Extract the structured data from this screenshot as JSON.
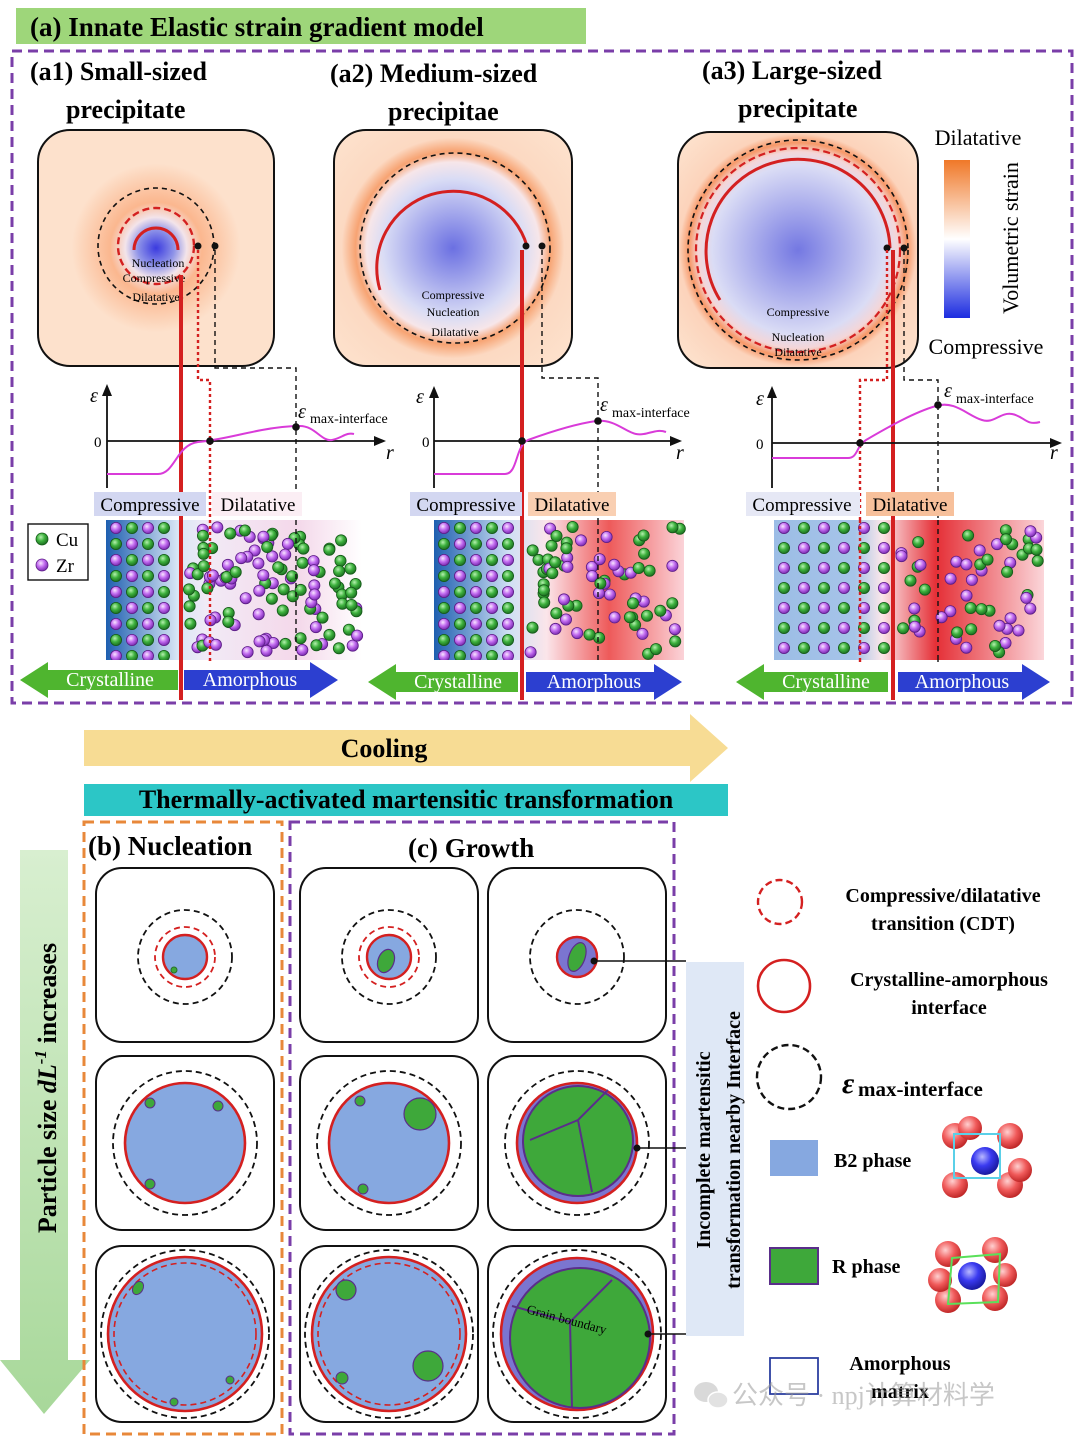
{
  "section_a": {
    "title": "(a) Innate Elastic strain gradient model",
    "panels": [
      {
        "label_line1": "(a1) Small-sized",
        "label_line2": "precipitate",
        "in_labels": [
          "Nucleation",
          "Compressive",
          "Dilatative"
        ]
      },
      {
        "label_line1": "(a2) Medium-sized",
        "label_line2": "precipitae",
        "in_labels": [
          "Compressive",
          "Nucleation",
          "Dilatative"
        ]
      },
      {
        "label_line1": "(a3) Large-sized",
        "label_line2": "precipitate",
        "in_labels": [
          "Compressive",
          "Nucleation",
          "Dilatative"
        ]
      }
    ],
    "colorbar": {
      "top": "Dilatative",
      "bottom": "Compressive",
      "axis": "Volumetric strain"
    },
    "graph": {
      "eps": "ε",
      "zero": "0",
      "r": "r",
      "emax": "ε",
      "emax_sub": "max-interface"
    },
    "region_labels": {
      "compressive": "Compressive",
      "dilatative": "Dilatative"
    },
    "atoms": {
      "cu": "Cu",
      "zr": "Zr"
    },
    "arrows": {
      "crystalline": "Crystalline",
      "amorphous": "Amorphous"
    }
  },
  "cooling": "Cooling",
  "thermal_title": "Thermally-activated martensitic transformation",
  "side_label": {
    "main": "Particle size",
    "var": "dL",
    "sup": "-1",
    "rest": "increases"
  },
  "section_b": {
    "title": "(b) Nucleation"
  },
  "section_c": {
    "title": "(c) Growth",
    "grain_boundary": "Grain boundary"
  },
  "incomplete": {
    "line1": "Incomplete martensitic",
    "line2": "transformation nearby Interface"
  },
  "legend": {
    "cdt_line1": "Compressive/dilatative",
    "cdt_line2": "transition (CDT)",
    "cai_line1": "Crystalline-amorphous",
    "cai_line2": "interface",
    "emax": "ε",
    "emax_sub": "max-interface",
    "b2": "B2 phase",
    "r": "R phase",
    "am_line1": "Amorphous",
    "am_line2": "matrix"
  },
  "watermark": "公众号 · npj计算材料学",
  "colors": {
    "red": "#d42020",
    "purple_dash": "#7a3ea8",
    "orange_dash": "#e8883a",
    "green_arrow": "#4fb52f",
    "blue_arrow": "#2c3fd0",
    "b2": "#86a8e0",
    "rphase": "#3ea83a",
    "cooling": "#f7dc94",
    "thermal_bg": "#2cc6c6",
    "title_bg": "#9ed67a"
  }
}
